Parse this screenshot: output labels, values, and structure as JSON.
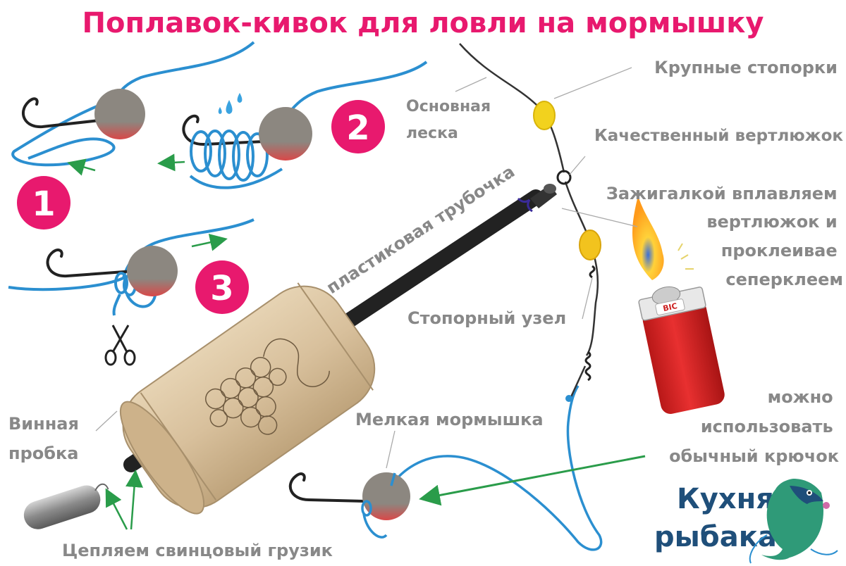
{
  "title": "Поплавок-кивок для ловли на мормышку",
  "steps": [
    "1",
    "2",
    "3"
  ],
  "labels": {
    "main_line_1": "Основная",
    "main_line_2": "леска",
    "big_stoppers": "Крупные стопорки",
    "swivel": "Качественный вертлюжок",
    "lighter_1": "Зажигалкой вплавляем",
    "lighter_2": "вертлюжок и",
    "lighter_3": "проклеивае",
    "lighter_4": "сеперклеем",
    "tube": "пластиковая трубочка",
    "stopper_knot": "Стопорный узел",
    "cork_1": "Винная",
    "cork_2": "пробка",
    "small_jig": "Мелкая мормышка",
    "hook_1": "можно",
    "hook_2": "использовать",
    "hook_3": "обычный крючок",
    "sinker": "Цепляем свинцовый грузик"
  },
  "logo": {
    "line_1": "Кухня",
    "line_2": "рыбака"
  },
  "lighter_brand": "BIC",
  "colors": {
    "title": "#e8196e",
    "step_badge": "#e8196e",
    "label": "#888888",
    "fishing_line": "#2b8fd0",
    "main_line": "#333333",
    "bead": "#f2d21e",
    "jig_gray": "#8c8780",
    "jig_red": "#d94848",
    "cork": "#d8c09c",
    "arrow": "#2a9c4a",
    "logo": "#1f4f7a"
  },
  "icons": [
    "hook-icon",
    "scissors-icon",
    "water-drop-icon",
    "flame-icon",
    "lighter-icon",
    "fish-logo-icon",
    "lead-sinker-icon"
  ]
}
